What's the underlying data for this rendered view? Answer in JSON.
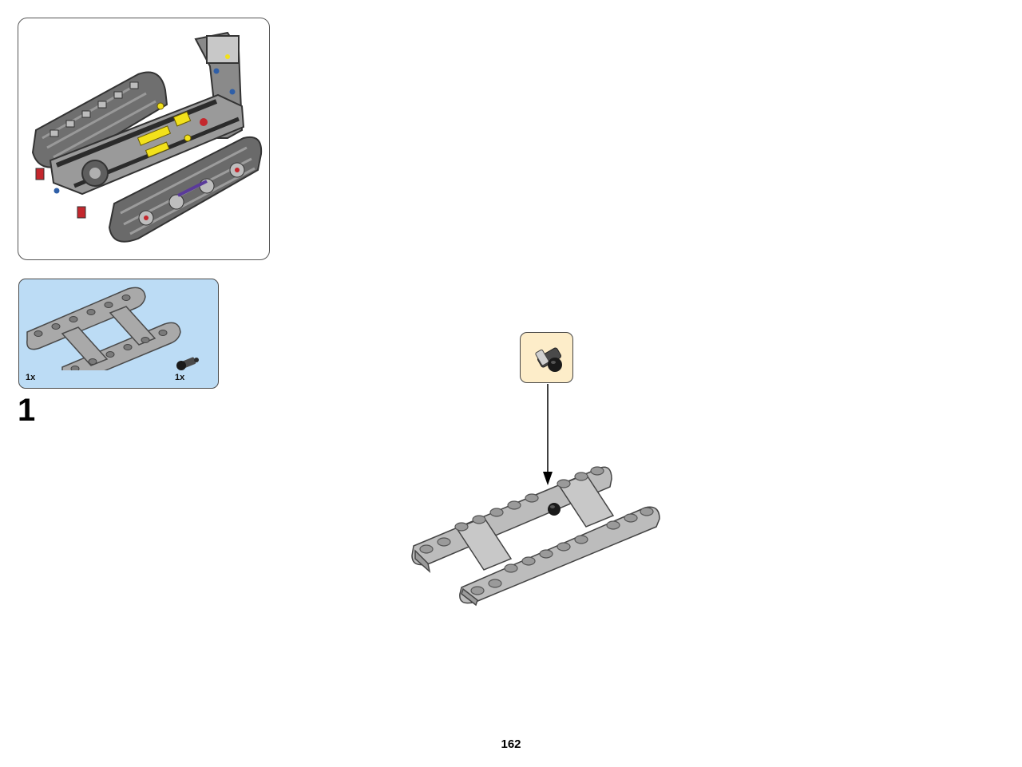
{
  "page": {
    "number": "162"
  },
  "step": {
    "number": "1"
  },
  "parts_list": [
    {
      "quantity": "1x",
      "part": "technic-frame-icon"
    },
    {
      "quantity": "1x",
      "part": "connector-pin-icon"
    }
  ],
  "colors": {
    "parts_panel_bg": "#bcdcf5",
    "callout_bg": "#fdedc9",
    "part_grey": "#a9a9a9",
    "dark_grey": "#555555",
    "pin_black": "#1a1a1a",
    "accent_yellow": "#f2e11b",
    "accent_red": "#c4272d"
  }
}
